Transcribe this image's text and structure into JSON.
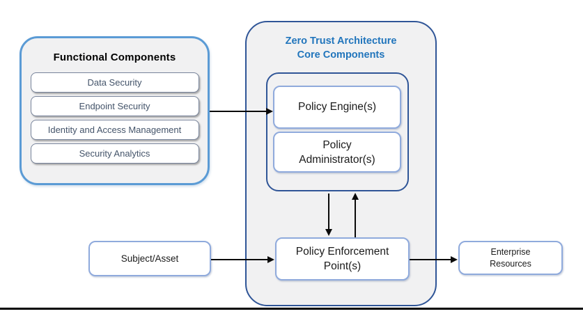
{
  "diagram": {
    "functional": {
      "title": "Functional Components",
      "items": [
        "Data Security",
        "Endpoint Security",
        "Identity and Access Management",
        "Security Analytics"
      ]
    },
    "core": {
      "title_line1": "Zero Trust Architecture",
      "title_line2": "Core Components",
      "policy_engine": "Policy Engine(s)",
      "policy_admin": "Policy Administrator(s)",
      "policy_enforcement": "Policy Enforcement Point(s)"
    },
    "subject_asset": "Subject/Asset",
    "enterprise_resources": "Enterprise Resources",
    "colors": {
      "panel_fill": "#f1f1f2",
      "light_blue_border": "#5b9bd5",
      "dark_blue_border": "#2f5597",
      "node_blue_border": "#8faadc",
      "title_blue": "#2175bc",
      "item_text": "#44546a",
      "arrow_black": "#0a0a0a"
    }
  }
}
